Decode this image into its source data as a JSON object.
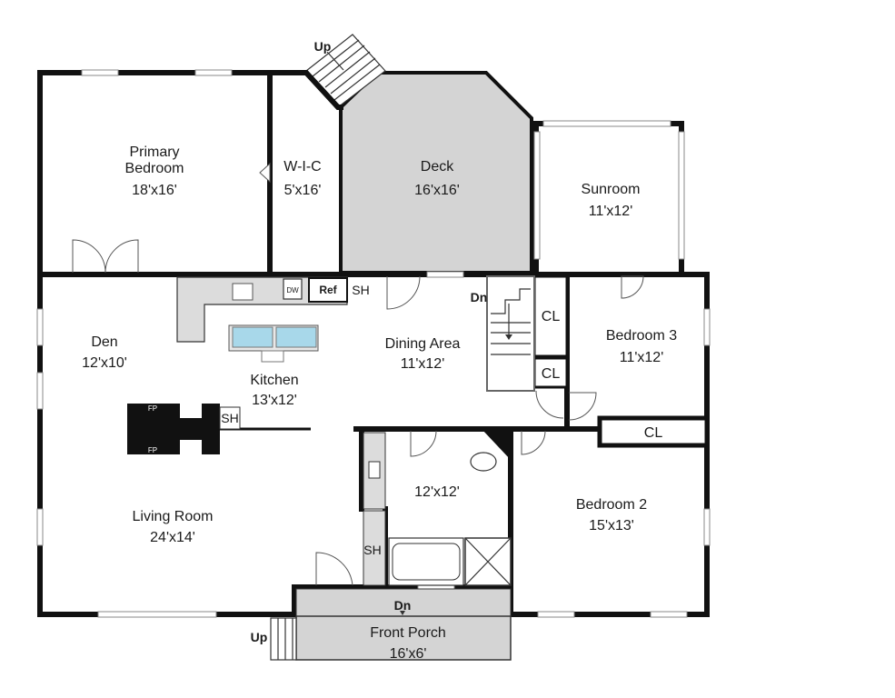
{
  "rooms": {
    "primary_bedroom": {
      "name_line1": "Primary",
      "name_line2": "Bedroom",
      "size": "18'x16'"
    },
    "wic": {
      "name": "W-I-C",
      "size": "5'x16'"
    },
    "deck": {
      "name": "Deck",
      "size": "16'x16'"
    },
    "sunroom": {
      "name": "Sunroom",
      "size": "11'x12'"
    },
    "den": {
      "name": "Den",
      "size": "12'x10'"
    },
    "kitchen": {
      "name": "Kitchen",
      "size": "13'x12'"
    },
    "dining": {
      "name": "Dining Area",
      "size": "11'x12'"
    },
    "bedroom3": {
      "name": "Bedroom 3",
      "size": "11'x12'"
    },
    "living": {
      "name": "Living Room",
      "size": "24'x14'"
    },
    "bath": {
      "size": "12'x12'"
    },
    "bedroom2": {
      "name": "Bedroom 2",
      "size": "15'x13'"
    },
    "porch": {
      "name": "Front Porch",
      "size": "16'x6'"
    }
  },
  "fixtures": {
    "dw": "DW",
    "ref": "Ref",
    "sh": "SH",
    "cl": "CL",
    "fp": "FP"
  },
  "stairs": {
    "up": "Up",
    "dn": "Dn"
  },
  "colors": {
    "wall": "#111111",
    "deck_fill": "#d4d4d4",
    "porch_fill": "#d4d4d4",
    "island_fill": "#a8d8ea",
    "counter_fill": "#dcdcdc"
  }
}
